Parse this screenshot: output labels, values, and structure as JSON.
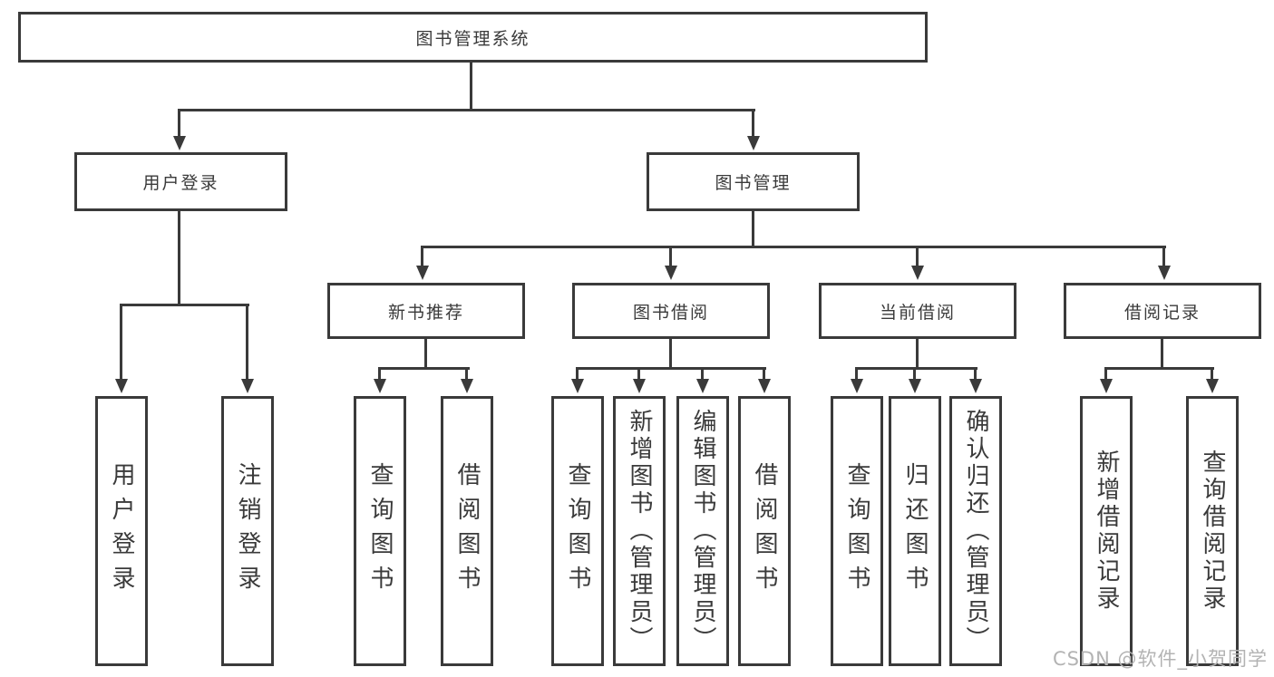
{
  "tree": {
    "root": {
      "label": "图书管理系统"
    },
    "branches": [
      {
        "label": "用户登录",
        "children": [
          {
            "label": "用户登录"
          },
          {
            "label": "注销登录"
          }
        ]
      },
      {
        "label": "图书管理",
        "children": [
          {
            "label": "新书推荐",
            "children": [
              {
                "label": "查询图书"
              },
              {
                "label": "借阅图书"
              }
            ]
          },
          {
            "label": "图书借阅",
            "children": [
              {
                "label": "查询图书"
              },
              {
                "label": "新增图书（管理员）"
              },
              {
                "label": "编辑图书（管理员）"
              },
              {
                "label": "借阅图书"
              }
            ]
          },
          {
            "label": "当前借阅",
            "children": [
              {
                "label": "查询图书"
              },
              {
                "label": "归还图书"
              },
              {
                "label": "确认归还（管理员）"
              }
            ]
          },
          {
            "label": "借阅记录",
            "children": [
              {
                "label": "新增借阅记录"
              },
              {
                "label": "查询借阅记录"
              }
            ]
          }
        ]
      }
    ]
  },
  "watermark": {
    "text": "CSDN @软件_小贺同学"
  },
  "colors": {
    "line": "#3a3a3a",
    "text": "#3a3a3a",
    "background": "#ffffff",
    "watermark": "#b3b3b3"
  }
}
